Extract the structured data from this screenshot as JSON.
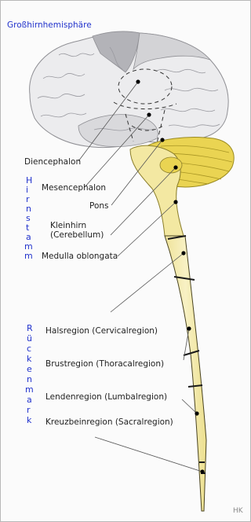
{
  "title": "Großhirnhemisphäre",
  "vertical_labels": {
    "hirnstamm": [
      "H",
      "i",
      "r",
      "n",
      "s",
      "t",
      "a",
      "m",
      "m"
    ],
    "rueckenmark": [
      "R",
      "ü",
      "c",
      "k",
      "e",
      "n",
      "m",
      "a",
      "r",
      "k"
    ]
  },
  "labels": {
    "diencephalon": "Diencephalon",
    "mesencephalon": "Mesencephalon",
    "pons": "Pons",
    "kleinhirn_line1": "Kleinhirn",
    "kleinhirn_line2": "(Cerebellum)",
    "medulla": "Medulla oblongata",
    "hals": "Halsregion (Cervicalregion)",
    "brust": "Brustregion (Thoracalregion)",
    "lenden": "Lendenregion (Lumbalregion)",
    "kreuz": "Kreuzbeinregion (Sacralregion)"
  },
  "signature": "HK",
  "colors": {
    "brain_light": "#eeeeef",
    "brain_mid": "#d4d4d6",
    "brain_dark": "#a9a9ad",
    "cerebellum": "#ead452",
    "spinal_cord": "#f6eeb0",
    "label_blue": "#2233cc"
  }
}
